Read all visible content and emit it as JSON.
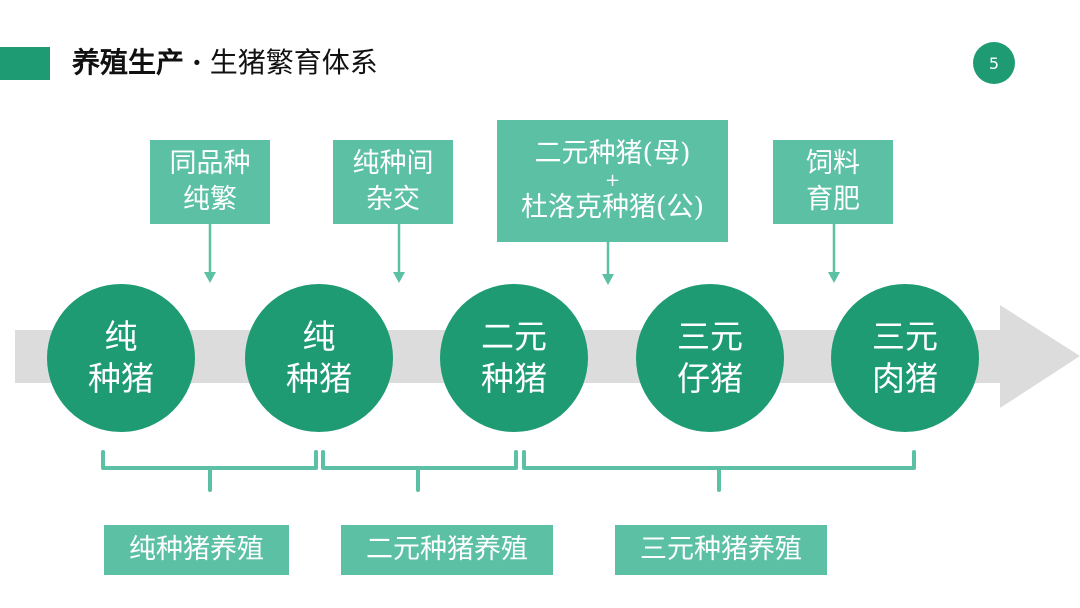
{
  "header": {
    "title_main": "养殖生产",
    "title_sep": "·",
    "title_sub": "生猪繁育体系",
    "page_number": "5"
  },
  "colors": {
    "accent": "#1e9b73",
    "box": "#5cc0a5",
    "arrow": "#dcdcdc",
    "bracket": "#5cc0a5"
  },
  "stages": [
    {
      "line1": "纯",
      "line2": "种猪"
    },
    {
      "line1": "纯",
      "line2": "种猪"
    },
    {
      "line1": "二元",
      "line2": "种猪"
    },
    {
      "line1": "三元",
      "line2": "仔猪"
    },
    {
      "line1": "三元",
      "line2": "肉猪"
    }
  ],
  "inputs": [
    {
      "line1": "同品种",
      "line2": "纯繁"
    },
    {
      "line1": "纯种间",
      "line2": "杂交"
    },
    {
      "line1": "二元种猪(母)",
      "plus": "+",
      "line2": "杜洛克种猪(公)"
    },
    {
      "line1": "饲料",
      "line2": "育肥"
    }
  ],
  "groups": [
    {
      "label": "纯种猪养殖"
    },
    {
      "label": "二元种猪养殖"
    },
    {
      "label": "三元种猪养殖"
    }
  ]
}
